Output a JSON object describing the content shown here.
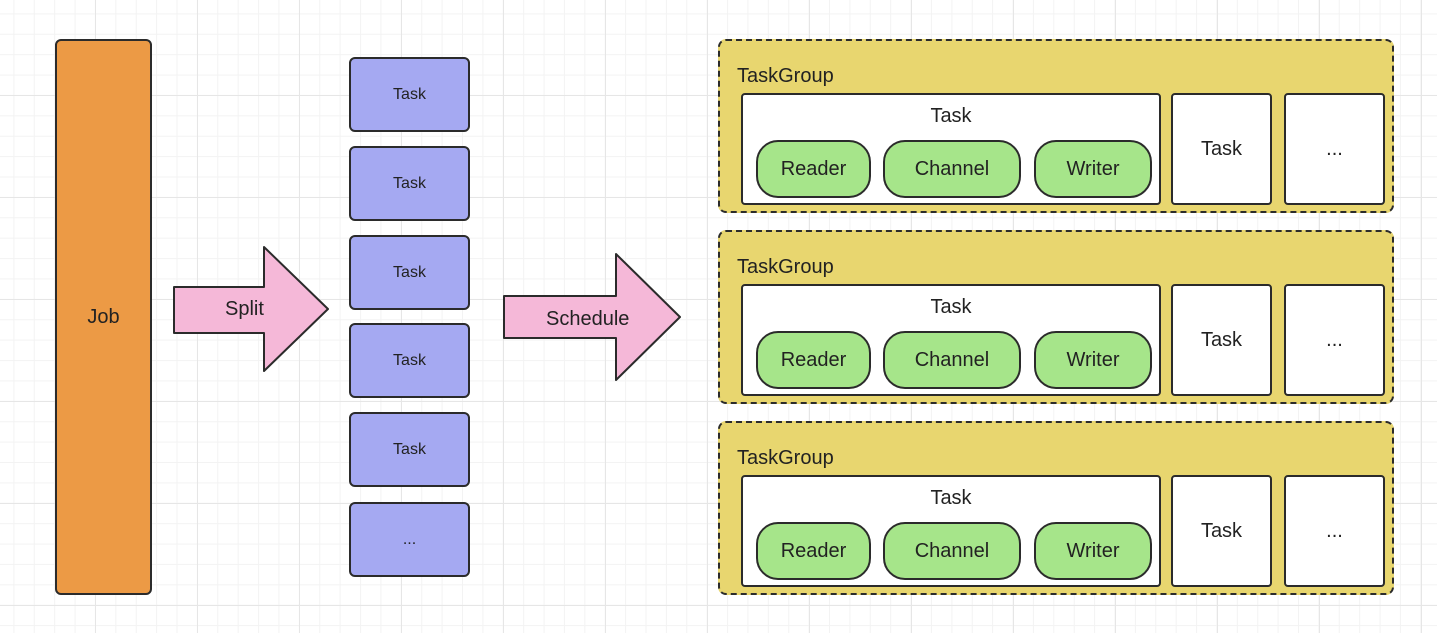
{
  "job": {
    "label": "Job"
  },
  "split_arrow": {
    "label": "Split"
  },
  "schedule_arrow": {
    "label": "Schedule"
  },
  "tasks": [
    "Task",
    "Task",
    "Task",
    "Task",
    "Task",
    "..."
  ],
  "task_groups": [
    {
      "title": "TaskGroup",
      "task_label": "Task",
      "components": [
        "Reader",
        "Channel",
        "Writer"
      ],
      "side_task": "Task",
      "more": "..."
    },
    {
      "title": "TaskGroup",
      "task_label": "Task",
      "components": [
        "Reader",
        "Channel",
        "Writer"
      ],
      "side_task": "Task",
      "more": "..."
    },
    {
      "title": "TaskGroup",
      "task_label": "Task",
      "components": [
        "Reader",
        "Channel",
        "Writer"
      ],
      "side_task": "Task",
      "more": "..."
    }
  ],
  "colors": {
    "job": "#ec9a45",
    "arrow": "#f5b8d8",
    "task": "#a5a9f2",
    "task_group": "#e8d66f",
    "component": "#a6e58a"
  }
}
